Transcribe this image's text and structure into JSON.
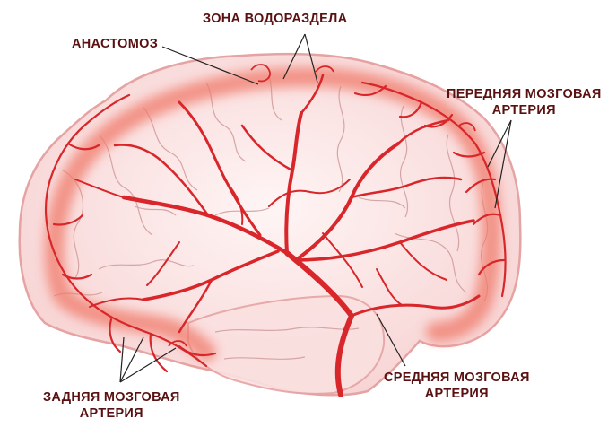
{
  "labels": {
    "watershed_zone": "ЗОНА ВОДОРАЗДЕЛА",
    "anastomosis": "АНАСТОМОЗ",
    "anterior_cerebral_artery": [
      "ПЕРЕДНЯЯ МОЗГОВАЯ",
      "АРТЕРИЯ"
    ],
    "middle_cerebral_artery": [
      "СРЕДНЯЯ МОЗГОВАЯ",
      "АРТЕРИЯ"
    ],
    "posterior_cerebral_artery": [
      "ЗАДНЯЯ МОЗГОВАЯ",
      "АРТЕРИЯ"
    ]
  },
  "colors": {
    "artery": "#d8262a",
    "watershed_band": "#f07a6a",
    "brain_fill": "#fbe4e4",
    "gyri_outline": "#c98a8a",
    "label_text": "#5a1010",
    "leader_lines": "#222222"
  }
}
